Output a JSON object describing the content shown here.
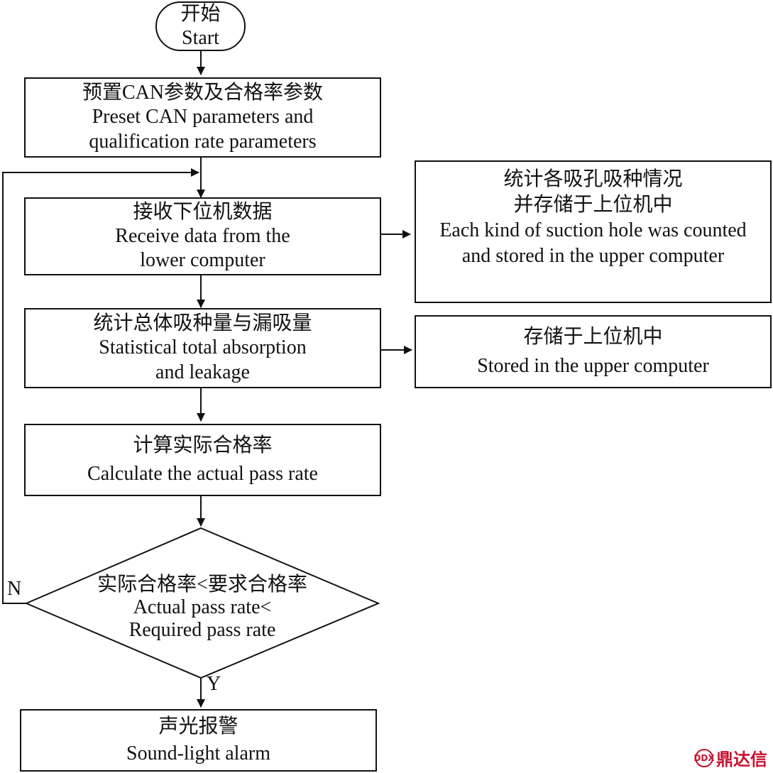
{
  "nodes": {
    "start": {
      "zh": "开始",
      "en": "Start"
    },
    "preset": {
      "zh": "预置CAN参数及合格率参数",
      "en1": "Preset CAN parameters and",
      "en2": "qualification rate parameters"
    },
    "receive": {
      "zh": "接收下位机数据",
      "en1": "Receive data from the",
      "en2": "lower computer"
    },
    "count_each": {
      "zh1": "统计各吸孔吸种情况",
      "zh2": "并存储于上位机中",
      "en1": "Each kind of suction hole was counted",
      "en2": "and stored in the upper computer"
    },
    "statistical": {
      "zh": "统计总体吸种量与漏吸量",
      "en1": "Statistical total absorption",
      "en2": "and leakage"
    },
    "store": {
      "zh": "存储于上位机中",
      "en": "Stored in the upper computer"
    },
    "calculate": {
      "zh": "计算实际合格率",
      "en": "Calculate the actual pass rate"
    },
    "decision": {
      "zh": "实际合格率<要求合格率",
      "en1": "Actual pass rate<",
      "en2": "Required pass rate"
    },
    "alarm": {
      "zh": "声光报警",
      "en": "Sound-light alarm"
    }
  },
  "labels": {
    "no": "N",
    "yes": "Y"
  },
  "watermark": {
    "logo": "DDX",
    "text": "鼎达信"
  },
  "colors": {
    "line": "#111111",
    "watermark": "#c8102e"
  }
}
